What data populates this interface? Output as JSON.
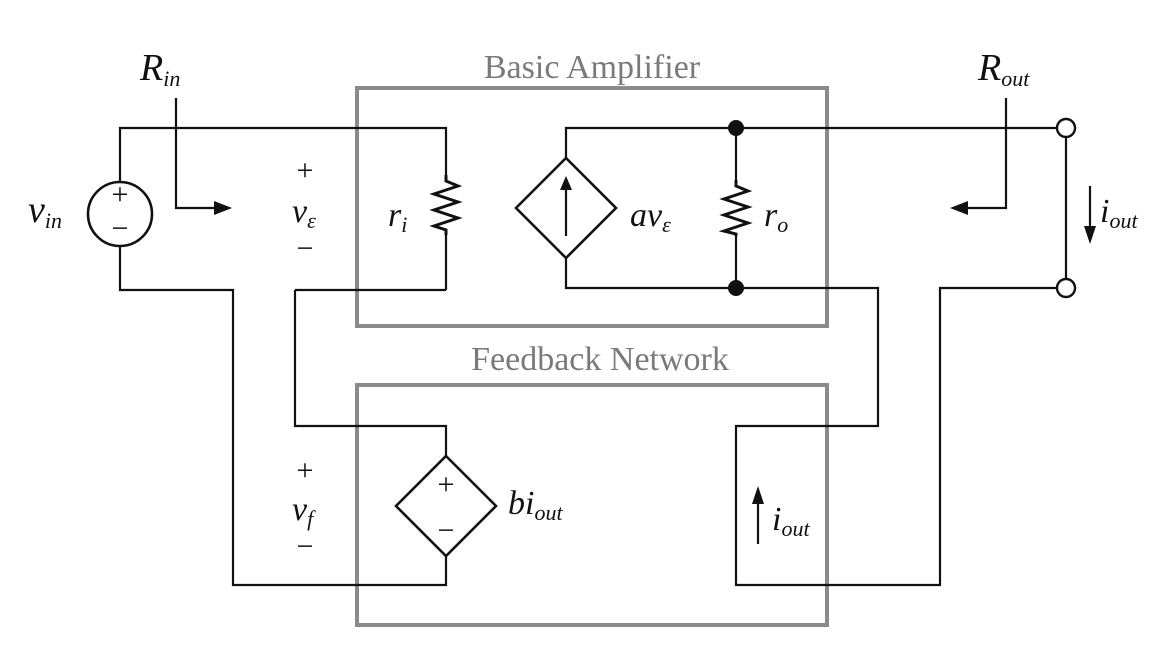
{
  "blocks": {
    "amplifier_title": "Basic Amplifier",
    "feedback_title": "Feedback Network"
  },
  "labels": {
    "r_in": {
      "main": "R",
      "sub": "in"
    },
    "r_out": {
      "main": "R",
      "sub": "out"
    },
    "v_in": {
      "main": "v",
      "sub": "in"
    },
    "v_eps": {
      "main": "v",
      "sub": "ε"
    },
    "v_f": {
      "main": "v",
      "sub": "f"
    },
    "r_i": {
      "main": "r",
      "sub": "i"
    },
    "r_o": {
      "main": "r",
      "sub": "o"
    },
    "a_v_eps": {
      "main": "av",
      "sub": "ε"
    },
    "b_i_out": {
      "main": "bi",
      "sub": "out"
    },
    "i_out_right": {
      "main": "i",
      "sub": "out"
    },
    "i_out_feedback": {
      "main": "i",
      "sub": "out"
    }
  },
  "signs": {
    "plus": "+",
    "minus": "−"
  }
}
